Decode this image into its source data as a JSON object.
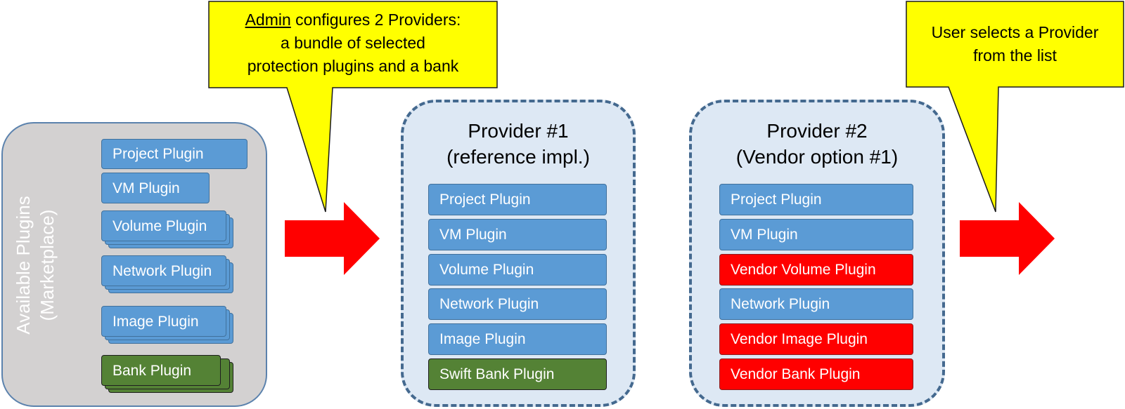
{
  "marketplace": {
    "label_line1": "Available Plugins",
    "label_line2": "(Marketplace)",
    "plugins": [
      "Project Plugin",
      "VM Plugin",
      "Volume Plugin",
      "Network Plugin",
      "Image Plugin",
      "Bank Plugin"
    ]
  },
  "callout_admin": {
    "emphasis": "Admin",
    "line1_rest": " configures 2 Providers:",
    "line2": "a bundle of selected",
    "line3": "protection plugins and a bank"
  },
  "callout_user": {
    "line1": "User selects a Provider",
    "line2": "from the list"
  },
  "provider1": {
    "title_line1": "Provider #1",
    "title_line2": "(reference impl.)",
    "plugins": [
      "Project Plugin",
      "VM Plugin",
      "Volume Plugin",
      "Network Plugin",
      "Image Plugin",
      "Swift Bank Plugin"
    ]
  },
  "provider2": {
    "title_line1": "Provider #2",
    "title_line2": "(Vendor option #1)",
    "plugins": [
      "Project Plugin",
      "VM Plugin",
      "Vendor Volume Plugin",
      "Network Plugin",
      "Vendor Image Plugin",
      "Vendor Bank Plugin"
    ]
  },
  "colors": {
    "plugin_blue": "#5b9bd5",
    "bank_green": "#548235",
    "vendor_red": "#ff0000",
    "callout_yellow": "#ffff00",
    "arrow_red": "#ff0000"
  }
}
